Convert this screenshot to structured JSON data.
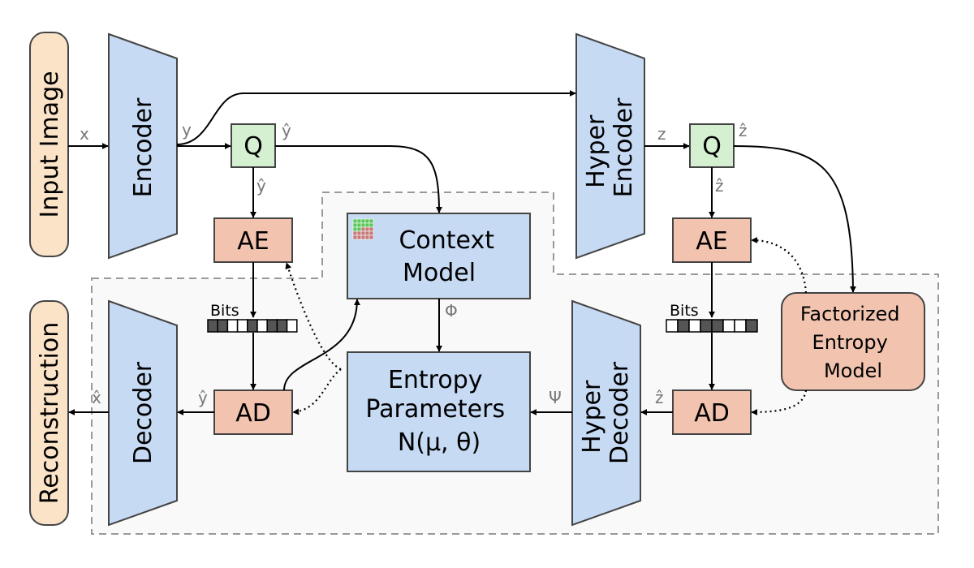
{
  "colors": {
    "blue_fill": "#c6daf4",
    "blue_stroke": "#444444",
    "salmon_fill": "#f2c4b0",
    "green_fill": "#d4f0d0",
    "peach_fill": "#fbe3c8",
    "region_fill": "#f9f9f9",
    "region_stroke": "#999999",
    "symbol_gray": "#777777"
  },
  "blocks": {
    "input_image": "Input Image",
    "reconstruction": "Reconstruction",
    "encoder": "Encoder",
    "decoder": "Decoder",
    "hyper_encoder": [
      "Hyper",
      "Encoder"
    ],
    "hyper_decoder": [
      "Hyper",
      "Decoder"
    ],
    "quantizer_main": "Q",
    "quantizer_hyper": "Q",
    "ae_main": "AE",
    "ad_main": "AD",
    "ae_hyper": "AE",
    "ad_hyper": "AD",
    "context_model": [
      "Context",
      "Model"
    ],
    "entropy_parameters": [
      "Entropy",
      "Parameters",
      "N(μ, θ)"
    ],
    "factorized_entropy_model": [
      "Factorized",
      "Entropy",
      "Model"
    ]
  },
  "symbols": {
    "x": "x",
    "y": "y",
    "y_hat_q": "ŷ",
    "y_hat_ae": "ŷ",
    "y_hat_ad": "ŷ",
    "x_hat": "x̂",
    "z": "z",
    "z_hat_q": "ẑ",
    "z_hat_ae": "ẑ",
    "z_hat_ad": "ẑ",
    "phi": "Φ",
    "psi": "Ψ"
  },
  "bits": {
    "main_label": "Bits",
    "hyper_label": "Bits",
    "main_pattern": [
      1,
      1,
      0,
      0,
      1,
      0,
      1,
      1,
      0
    ],
    "hyper_pattern": [
      0,
      1,
      0,
      1,
      1,
      0,
      0,
      1
    ]
  },
  "icons": {
    "context_grid": "context-grid-icon"
  }
}
